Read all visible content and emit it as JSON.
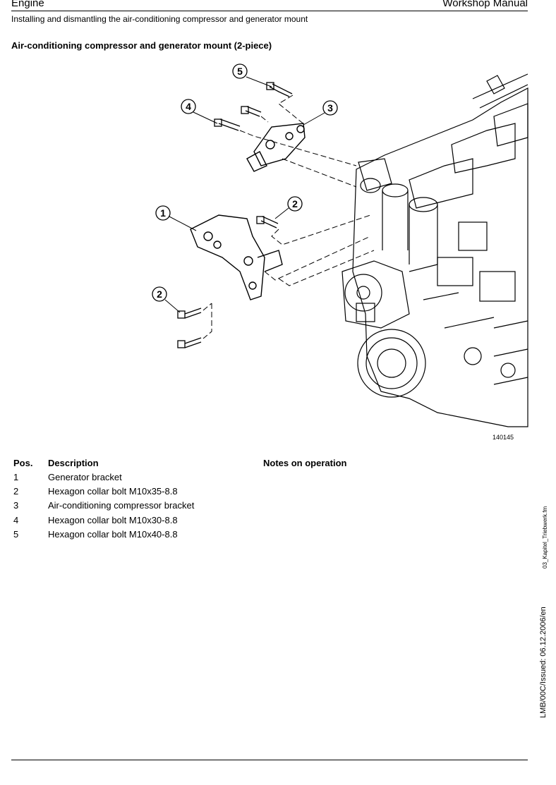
{
  "header": {
    "left": "Engine",
    "right": "Workshop Manual",
    "subtitle": "Installing and dismantling the air-conditioning compressor and generator mount"
  },
  "section_title": "Air-conditioning compressor and generator mount (2-piece)",
  "figure": {
    "number": "140145",
    "callouts": [
      "1",
      "2",
      "2",
      "3",
      "4",
      "5"
    ]
  },
  "table": {
    "headers": {
      "pos": "Pos.",
      "description": "Description",
      "notes": "Notes on operation"
    },
    "rows": [
      {
        "pos": "1",
        "description": "Generator bracket"
      },
      {
        "pos": "2",
        "description": "Hexagon collar bolt M10x35-8.8"
      },
      {
        "pos": "3",
        "description": "Air-conditioning compressor bracket"
      },
      {
        "pos": "4",
        "description": "Hexagon collar bolt M10x30-8.8"
      },
      {
        "pos": "5",
        "description": "Hexagon collar bolt M10x40-8.8"
      }
    ]
  },
  "sidebar": {
    "file": "03_Kapitel_Triebwerk.fm",
    "issue": "LMB/00C/Issued: 06.12.2006/en"
  }
}
